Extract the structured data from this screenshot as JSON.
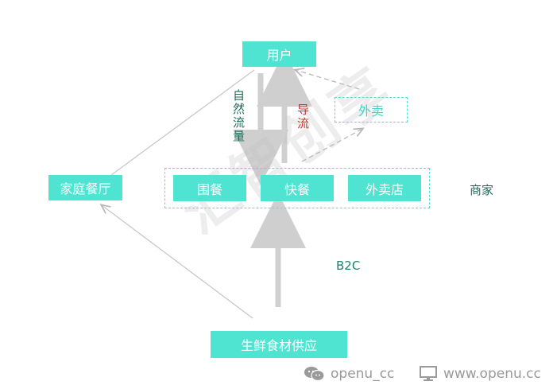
{
  "nodes": {
    "user": "用户",
    "takeout_top": "外卖",
    "family_restaurant": "家庭餐厅",
    "group_meal": "围餐",
    "fast_food": "快餐",
    "takeout_store": "外卖店",
    "fresh_supply": "生鲜食材供应"
  },
  "labels": {
    "natural_traffic": "自然流量",
    "guide_traffic": "导流",
    "merchants": "商家",
    "b2c": "B2C"
  },
  "watermark": "汇智创享",
  "footer": {
    "wechat": "openu_cc",
    "website": "www.openu.cc"
  },
  "colors": {
    "box_fill": "#4fe3d1",
    "dark_green_text": "#1f6b5a",
    "red_text": "#c0392b",
    "teal_text": "#1f8070"
  }
}
